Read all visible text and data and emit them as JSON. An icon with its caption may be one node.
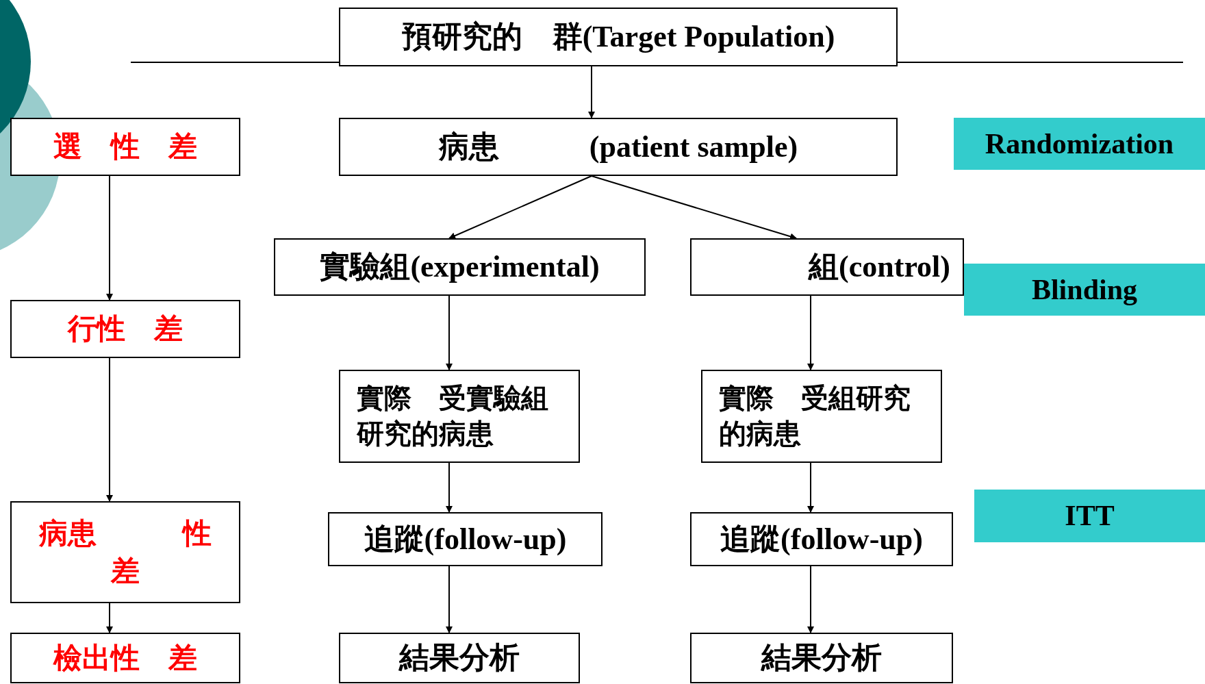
{
  "diagram": {
    "nodes": [
      {
        "text": [
          "預研究的　群(Target Population)"
        ]
      },
      {
        "text": [
          "病患　　　(patient sample)"
        ]
      },
      {
        "text": [
          "實驗組(experimental)"
        ]
      },
      {
        "text": [
          "組(control)"
        ]
      },
      {
        "text": [
          "實際　受實驗組研究的病患"
        ]
      },
      {
        "text": [
          "實際　受組研究的病患"
        ]
      },
      {
        "text": [
          "追蹤(follow-up)"
        ]
      },
      {
        "text": [
          "追蹤(follow-up)"
        ]
      },
      {
        "text": [
          "結果分析"
        ]
      },
      {
        "text": [
          "結果分析"
        ]
      },
      {
        "text": [
          "選　性　差"
        ]
      },
      {
        "text": [
          "行性　差"
        ]
      },
      {
        "text": [
          "病患　　　性差"
        ]
      },
      {
        "text": [
          "檢出性　差"
        ]
      },
      {
        "text": [
          "Randomization"
        ]
      },
      {
        "text": [
          "Blinding"
        ]
      },
      {
        "text": [
          "ITT"
        ]
      }
    ],
    "edges": [
      {
        "from": 0,
        "to": 1,
        "arrow": "to"
      },
      {
        "from": 1,
        "to": 2,
        "arrow": "to"
      },
      {
        "from": 1,
        "to": 3,
        "arrow": "to"
      },
      {
        "from": 2,
        "to": 4,
        "arrow": "to"
      },
      {
        "from": 3,
        "to": 5,
        "arrow": "to"
      },
      {
        "from": 4,
        "to": 6,
        "arrow": "to"
      },
      {
        "from": 5,
        "to": 7,
        "arrow": "to"
      },
      {
        "from": 6,
        "to": 8,
        "arrow": "to"
      },
      {
        "from": 7,
        "to": 9,
        "arrow": "to"
      },
      {
        "from": 10,
        "to": 11,
        "arrow": "to"
      },
      {
        "from": 11,
        "to": 12,
        "arrow": "to"
      },
      {
        "from": 12,
        "to": 13,
        "arrow": "to"
      }
    ]
  }
}
